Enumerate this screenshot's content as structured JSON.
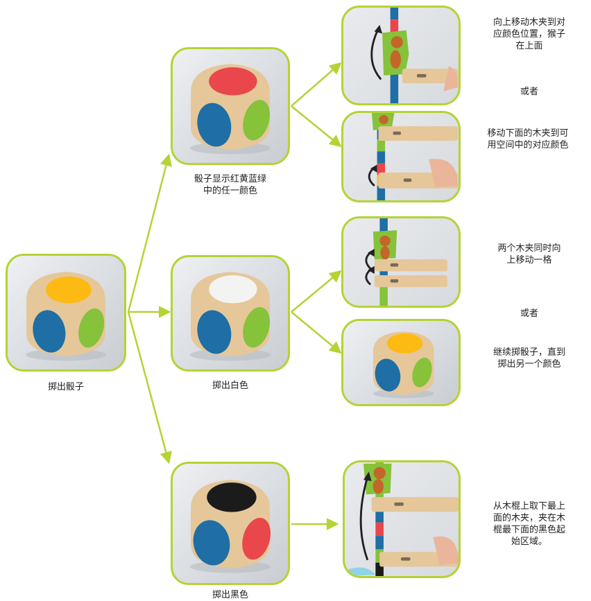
{
  "colors": {
    "accent_green": "#b4d334",
    "arrow_green": "#b4d334",
    "arrow_black": "#222222",
    "dice_red": "#e9474b",
    "dice_blue": "#1f6ea5",
    "dice_green": "#86c23a",
    "dice_yellow": "#fdba12",
    "dice_white": "#f3f3f1",
    "dice_black": "#1b1b1b",
    "wood": "#e5c79a"
  },
  "nodes": {
    "start": {
      "caption": "掷出骰子",
      "top_face": "yellow",
      "left_face": "blue",
      "right_face": "green"
    },
    "colored": {
      "caption": "骰子显示红黄蓝绿\n中的任一颜色",
      "top_face": "red",
      "left_face": "blue",
      "right_face": "green"
    },
    "white": {
      "caption": "掷出白色",
      "top_face": "white",
      "left_face": "blue",
      "right_face": "green"
    },
    "black": {
      "caption": "掷出黑色",
      "top_face": "black",
      "left_face": "blue",
      "right_face": "red"
    }
  },
  "outcomes": {
    "move_up": "向上移动木夹到对\n应颜色位置，猴子\n在上面",
    "or_1": "或者",
    "move_lower": "移动下面的木夹到可\n用空间中的对应颜色",
    "both_up": "两个木夹同时向\n上移动一格",
    "or_2": "或者",
    "reroll": "继续掷骰子，直到\n掷出另一个颜色",
    "black_rule": "从木棍上取下最上\n面的木夹，夹在木\n棍最下面的黑色起\n始区域。"
  },
  "icons": {
    "dice": "die-photo-icon",
    "pole": "clip-pole-photo-icon",
    "monkey": "monkey-icon",
    "arrow": "curved-arrow-icon"
  }
}
